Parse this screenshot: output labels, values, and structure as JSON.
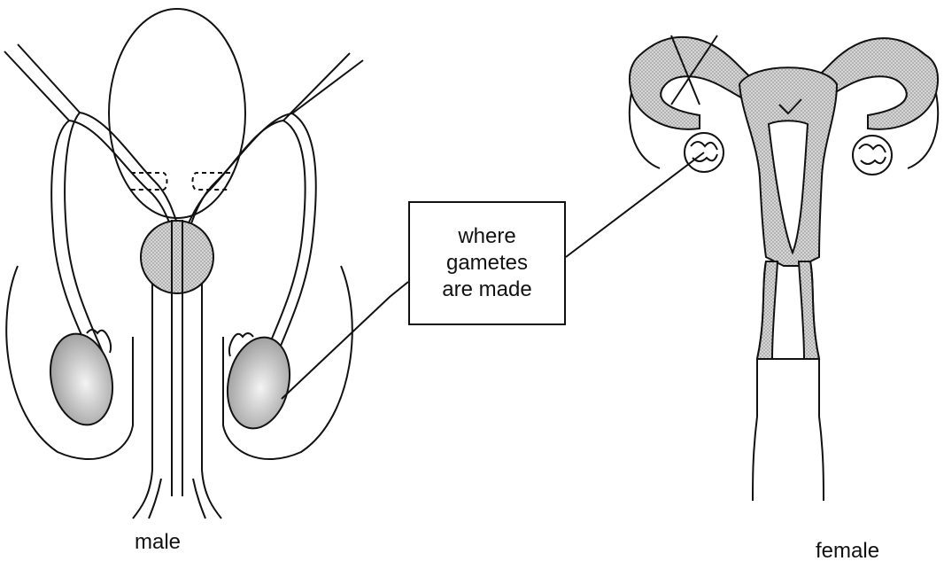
{
  "callout": {
    "lines": [
      "where",
      "gametes",
      "are made"
    ]
  },
  "labels": {
    "male": "male",
    "female": "female"
  },
  "colors": {
    "ink": "#111111",
    "shading": "#c8c8c8",
    "background": "#ffffff"
  }
}
